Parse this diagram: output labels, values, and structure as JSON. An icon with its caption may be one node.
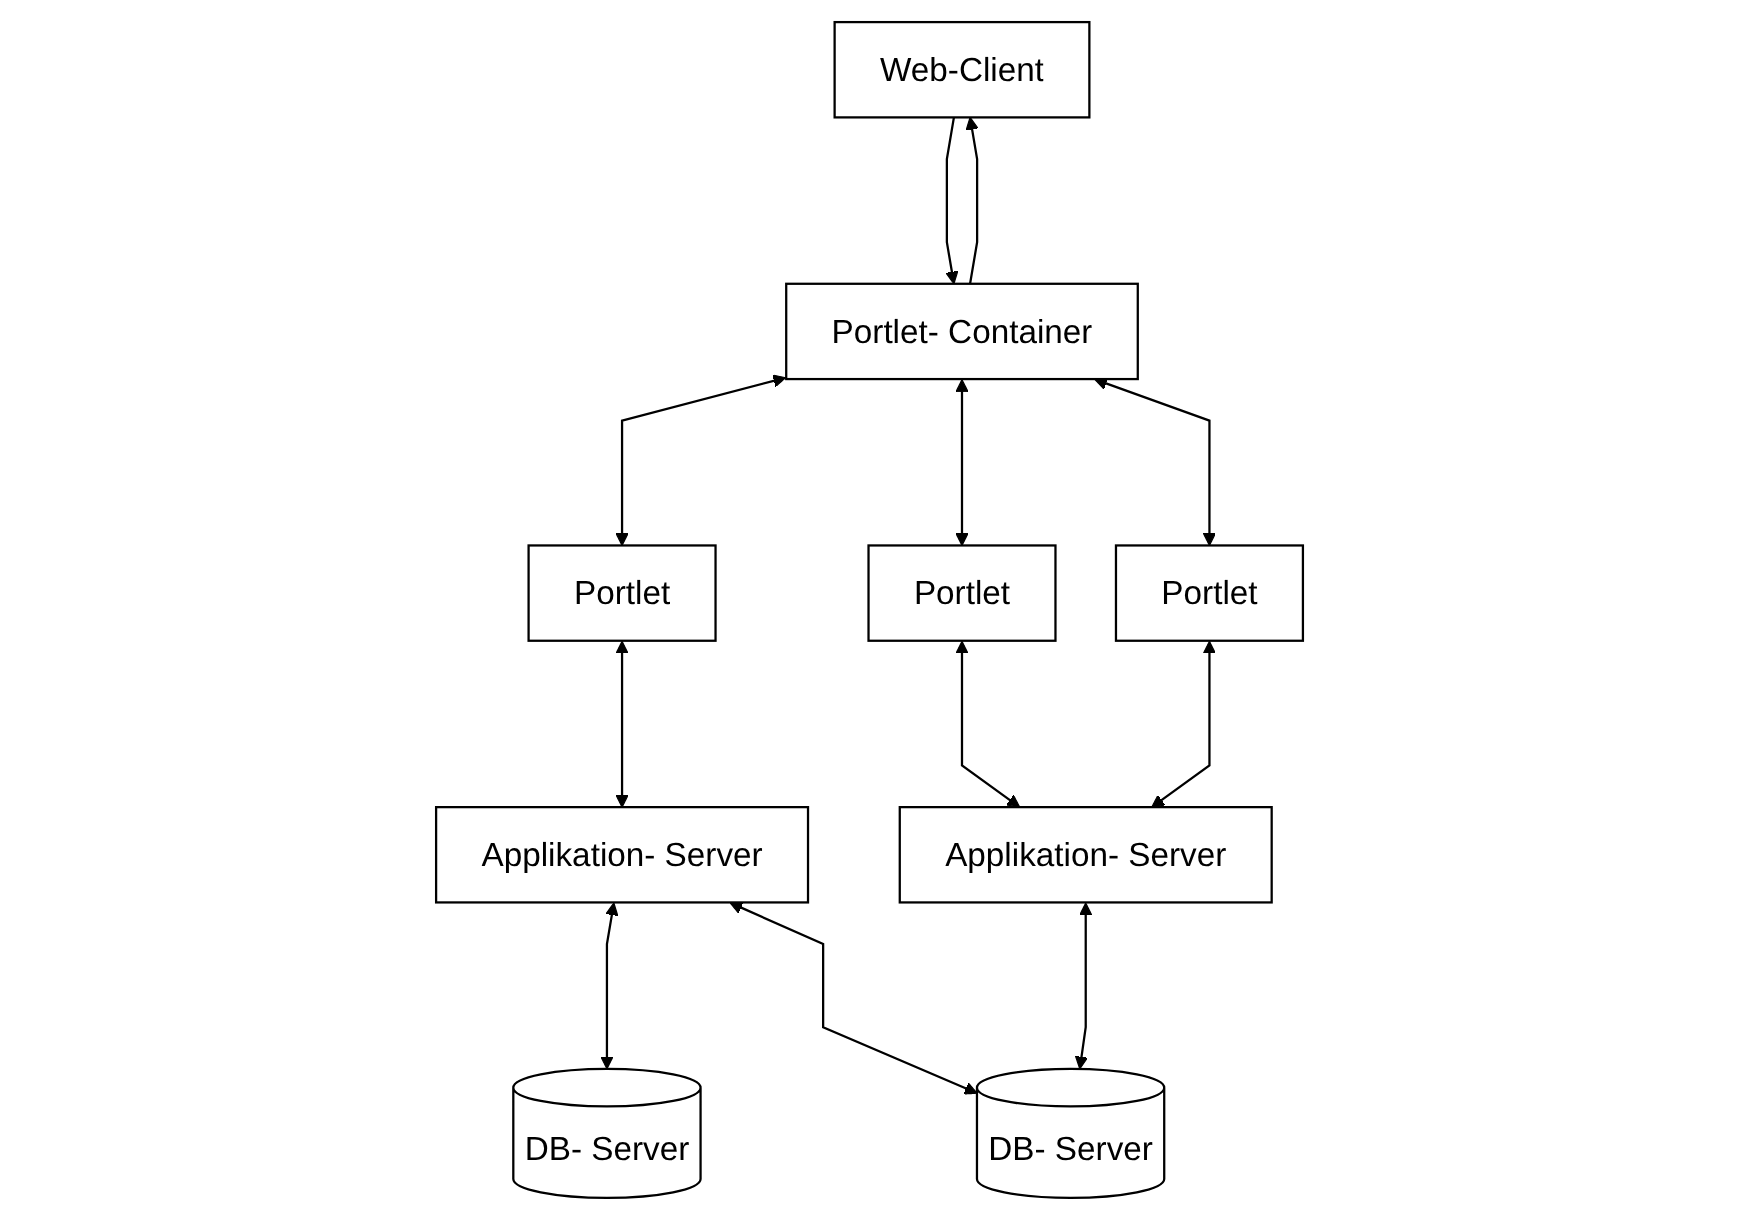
{
  "diagram": {
    "nodes": [
      {
        "text": [
          "Web-Client"
        ]
      },
      {
        "text": [
          "Portlet- Container"
        ]
      },
      {
        "text": [
          "Portlet"
        ]
      },
      {
        "text": [
          "Portlet"
        ]
      },
      {
        "text": [
          "Portlet"
        ]
      },
      {
        "text": [
          "Applikation- Server"
        ]
      },
      {
        "text": [
          "Applikation- Server"
        ]
      },
      {
        "text": [
          "DB- Server"
        ]
      },
      {
        "text": [
          "DB- Server"
        ]
      }
    ],
    "edges": [
      {
        "from": 0,
        "to": 1,
        "arrow": "to"
      },
      {
        "from": 1,
        "to": 0,
        "arrow": "to"
      },
      {
        "from": 1,
        "to": 2,
        "arrow": "both"
      },
      {
        "from": 1,
        "to": 3,
        "arrow": "both"
      },
      {
        "from": 1,
        "to": 4,
        "arrow": "both"
      },
      {
        "from": 2,
        "to": 5,
        "arrow": "both"
      },
      {
        "from": 3,
        "to": 6,
        "arrow": "both"
      },
      {
        "from": 4,
        "to": 6,
        "arrow": "both"
      },
      {
        "from": 5,
        "to": 7,
        "arrow": "both"
      },
      {
        "from": 5,
        "to": 8,
        "arrow": "both"
      },
      {
        "from": 6,
        "to": 8,
        "arrow": "both"
      }
    ]
  }
}
